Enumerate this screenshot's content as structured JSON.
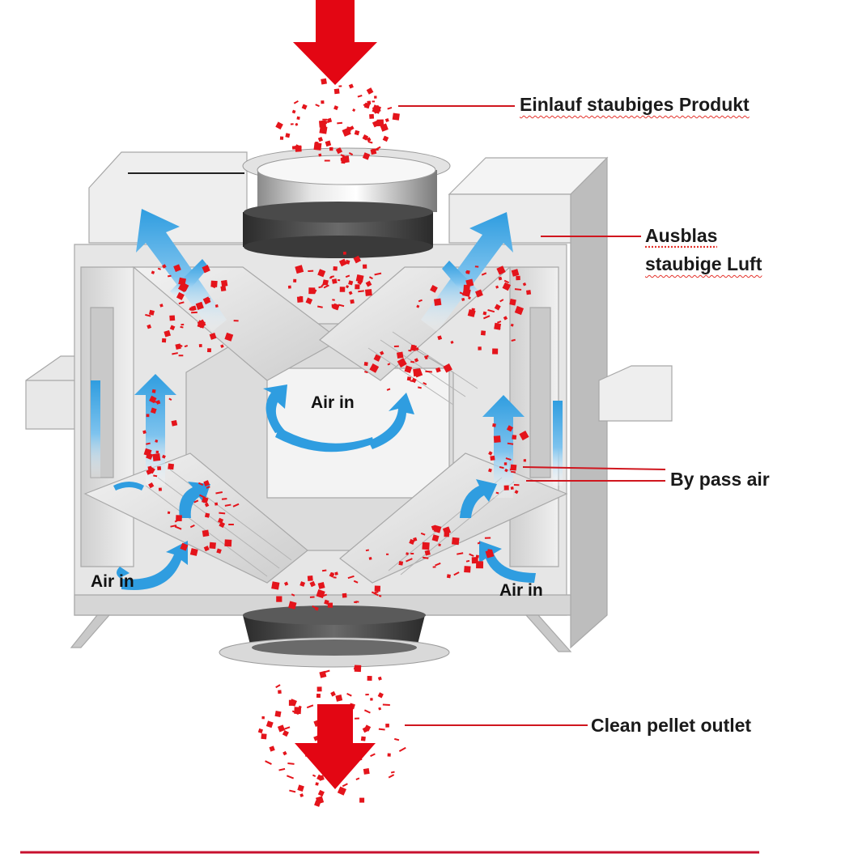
{
  "labels": {
    "inlet": "Einlauf staubiges Produkt",
    "exhaust_line1": "Ausblas",
    "exhaust_line2": "staubige Luft",
    "bypass": "By pass air",
    "outlet": "Clean pellet outlet",
    "air_in_center": "Air in",
    "air_in_left": "Air in",
    "air_in_right": "Air in"
  },
  "colors": {
    "product_arrow": "#e30613",
    "dust_particles": "#e4141b",
    "air_arrows": "#2f9de0",
    "leader_lines": "#d0161e",
    "machine_body": "#e4e4e4",
    "machine_edge": "#a8a8a8",
    "bottom_rule": "#c8102e"
  },
  "icons": [
    "down-arrow-icon",
    "air-flow-arrow-icon",
    "dust-particle-icon"
  ]
}
